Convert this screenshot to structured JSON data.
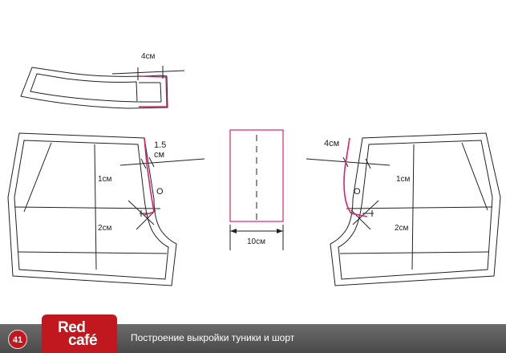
{
  "labels": {
    "belt_width": "4см",
    "left_side_offset_value": "1.5",
    "left_side_offset_unit": "см",
    "left_front_1cm": "1см",
    "left_front_point": "О",
    "left_front_2cm": "2см",
    "right_side_offset": "4см",
    "right_back_1cm": "1см",
    "right_back_point": "О",
    "right_back_2cm": "2см",
    "pocket_width": "10см"
  },
  "footer": {
    "page_number": "41",
    "logo_line1": "Red",
    "logo_line2": "café",
    "title": "Построение выкройки туники и шорт"
  },
  "colors": {
    "line": "#222222",
    "accent": "#d6246e",
    "brand": "#c1181f"
  }
}
